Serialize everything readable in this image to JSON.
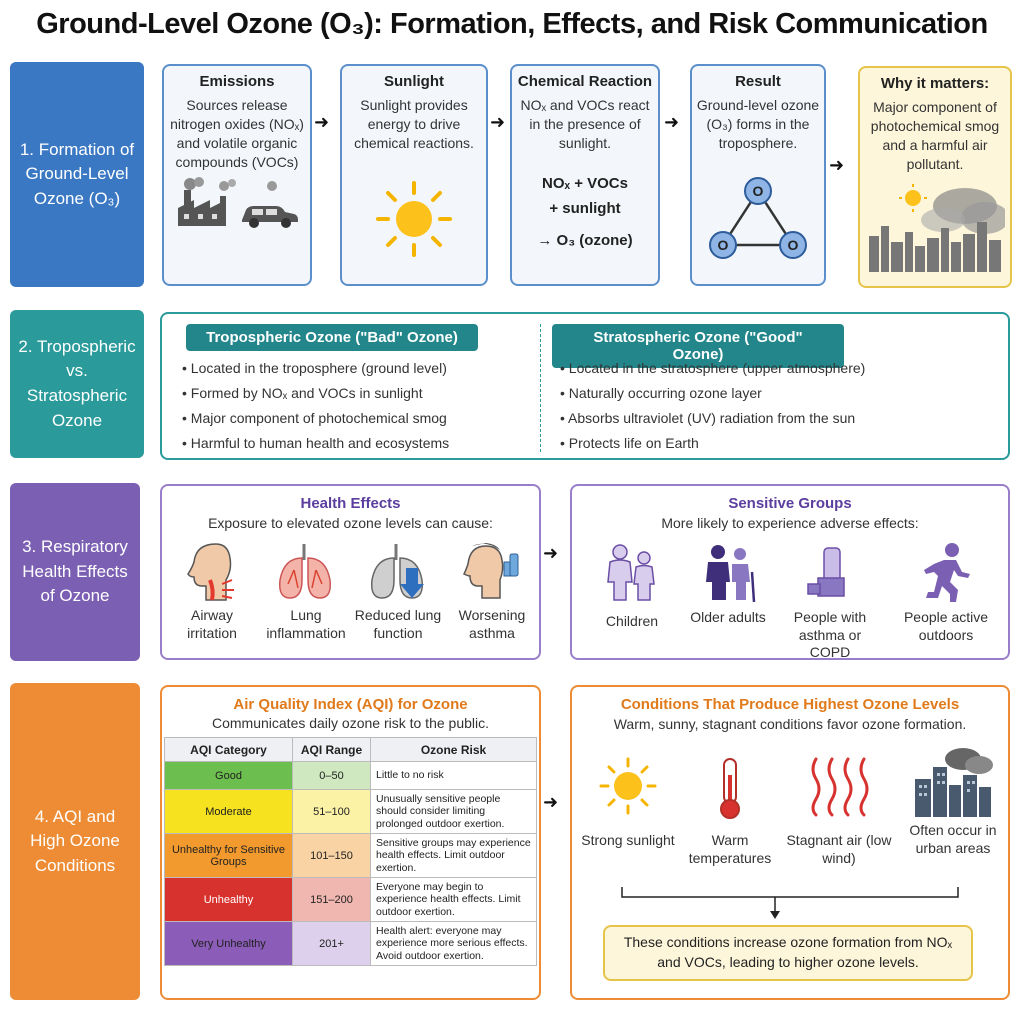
{
  "title": "Ground-Level Ozone (O₃): Formation, Effects, and Risk Communication",
  "sections": {
    "s1": "1. Formation of Ground-Level Ozone (O₃)",
    "s2": "2. Tropospheric vs. Stratospheric Ozone",
    "s3": "3. Respiratory Health Effects of Ozone",
    "s4": "4. AQI and High Ozone Conditions"
  },
  "formation": {
    "emissions": {
      "title": "Emissions",
      "text": "Sources release nitrogen oxides (NOₓ) and volatile organic compounds (VOCs)"
    },
    "sunlight": {
      "title": "Sunlight",
      "text": "Sunlight provides energy to drive chemical reactions."
    },
    "reaction": {
      "title": "Chemical Reaction",
      "text": "NOₓ and VOCs react in the presence of sunlight.",
      "eq1": "NOₓ + VOCs",
      "eq2": "+ sunlight",
      "eq3": "→ O₃ (ozone)"
    },
    "result": {
      "title": "Result",
      "text": "Ground-level ozone (O₃) forms in the troposphere.",
      "atom": "O"
    },
    "why": {
      "title": "Why it matters:",
      "text": "Major component of photochemical smog and a harmful air pollutant."
    }
  },
  "comparison": {
    "trop_title": "Tropospheric Ozone (\"Bad\" Ozone)",
    "trop_items": [
      "Located in the troposphere (ground level)",
      "Formed by NOₓ and VOCs in sunlight",
      "Major component of photochemical smog",
      "Harmful to human health and ecosystems"
    ],
    "strat_title": "Stratospheric Ozone (\"Good\" Ozone)",
    "strat_items": [
      "Located in the stratosphere (upper atmosphere)",
      "Naturally occurring ozone layer",
      "Absorbs ultraviolet (UV) radiation from the sun",
      "Protects life on Earth"
    ]
  },
  "health": {
    "title": "Health Effects",
    "subtitle": "Exposure to elevated ozone levels can cause:",
    "items": [
      "Airway irritation",
      "Lung inflammation",
      "Reduced lung function",
      "Worsening asthma"
    ]
  },
  "sensitive": {
    "title": "Sensitive Groups",
    "subtitle": "More likely to experience adverse effects:",
    "items": [
      "Children",
      "Older adults",
      "People with asthma or COPD",
      "People active outdoors"
    ]
  },
  "aqi": {
    "title": "Air Quality Index (AQI) for Ozone",
    "subtitle": "Communicates daily ozone risk to the public.",
    "headers": [
      "AQI Category",
      "AQI Range",
      "Ozone Risk"
    ],
    "rows": [
      {
        "cat": "Good",
        "range": "0–50",
        "risk": "Little to no risk",
        "c1": "#6cbf4e",
        "c2": "#cfe8c0"
      },
      {
        "cat": "Moderate",
        "range": "51–100",
        "risk": "Unusually sensitive people should consider limiting prolonged outdoor exertion.",
        "c1": "#f6e21e",
        "c2": "#fbf2a6"
      },
      {
        "cat": "Unhealthy for Sensitive Groups",
        "range": "101–150",
        "risk": "Sensitive groups may experience health effects. Limit outdoor exertion.",
        "c1": "#f29a2e",
        "c2": "#f9d3a4"
      },
      {
        "cat": "Unhealthy",
        "range": "151–200",
        "risk": "Everyone may begin to experience health effects. Limit outdoor exertion.",
        "c1": "#d8322f",
        "c2": "#f0b6b0"
      },
      {
        "cat": "Very Unhealthy",
        "range": "201+",
        "risk": "Health alert: everyone may experience more serious effects. Avoid outdoor exertion.",
        "c1": "#8b5cb8",
        "c2": "#ddd0ec"
      }
    ]
  },
  "conditions": {
    "title": "Conditions That Produce Highest Ozone Levels",
    "subtitle": "Warm, sunny, stagnant conditions favor ozone formation.",
    "items": [
      "Strong sunlight",
      "Warm temperatures",
      "Stagnant air (low wind)",
      "Often occur in urban areas"
    ],
    "note": "These conditions increase ozone formation from NOₓ and VOCs, leading to higher ozone levels."
  }
}
